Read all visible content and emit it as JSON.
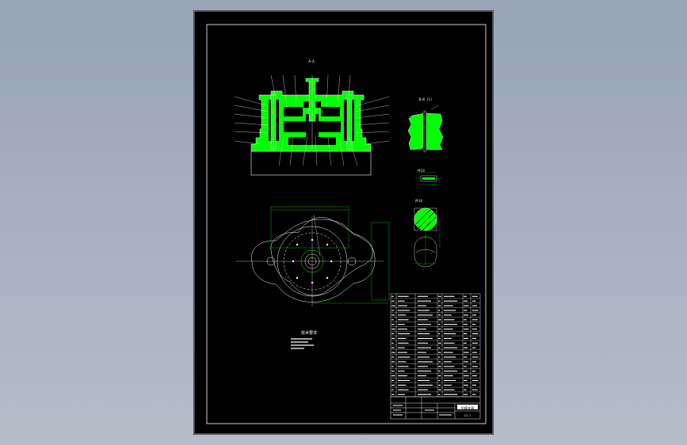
{
  "drawing": {
    "section_label": "A—A",
    "detail_section_label": "B—B (1)",
    "detail_1_label": "件13",
    "detail_2_label": "件14",
    "tech_req_title": "技术要求",
    "title_block": {
      "name": "钻模夹具",
      "code": "ZJ-1"
    }
  },
  "colors": {
    "part_fill": "#00ff00",
    "line": "#ffffff",
    "frame": "#ffffff",
    "dimension": "#00ff00"
  }
}
